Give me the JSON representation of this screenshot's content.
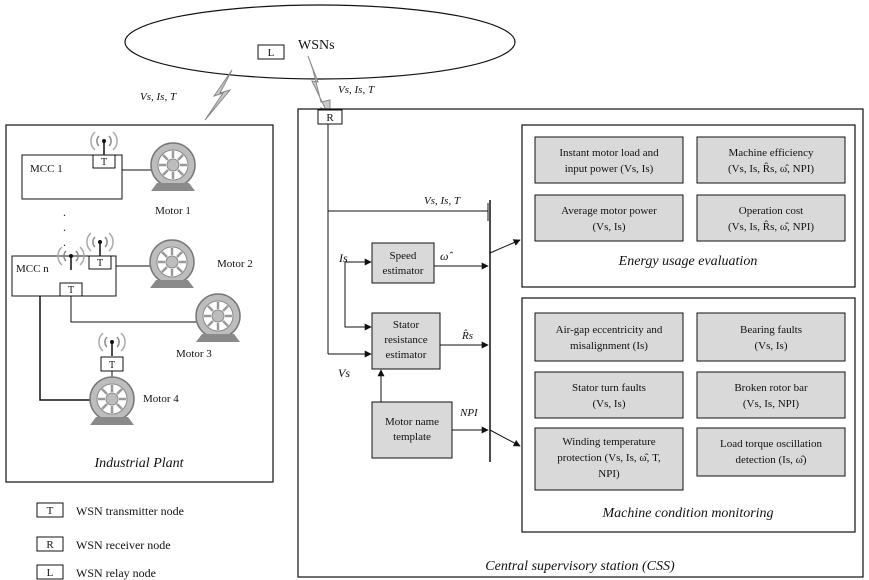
{
  "network": {
    "name": "WSNs",
    "relay_tag": "L",
    "receiver_tag": "R",
    "transmitter_tag": "T",
    "uplink_label": "Vs, Is, T",
    "downlink_label": "Vs, Is, T"
  },
  "plant": {
    "title": "Industrial Plant",
    "mcc1": "MCC 1",
    "mccn": "MCC n",
    "dots": ". . .",
    "motors": [
      "Motor 1",
      "Motor 2",
      "Motor 3",
      "Motor 4"
    ]
  },
  "legend": [
    {
      "tag": "T",
      "label": "WSN transmitter node"
    },
    {
      "tag": "R",
      "label": "WSN receiver node"
    },
    {
      "tag": "L",
      "label": "WSN relay node"
    }
  ],
  "css": {
    "title": "Central supervisory station (CSS)",
    "bus_label": "Vs, Is, T",
    "is_label": "Is",
    "vs_label": "Vs",
    "omega_label": "ω̂",
    "rs_label": "R̂s",
    "npi_label": "NPI",
    "speed_estimator": [
      "Speed",
      "estimator"
    ],
    "stator_estimator": [
      "Stator",
      "resistance",
      "estimator"
    ],
    "motor_template": [
      "Motor name",
      "template"
    ]
  },
  "energy": {
    "title": "Energy usage evaluation",
    "boxes": [
      [
        "Instant motor load and",
        "input power (Vs, Is)"
      ],
      [
        "Machine efficiency",
        "(Vs, Is, R̂s, ω̂, NPI)"
      ],
      [
        "Average motor power",
        "(Vs, Is)"
      ],
      [
        "Operation cost",
        "(Vs, Is, R̂s, ω̂, NPI)"
      ]
    ]
  },
  "monitoring": {
    "title": "Machine condition monitoring",
    "boxes": [
      [
        "Air-gap eccentricity and",
        "misalignment (Is)"
      ],
      [
        "Bearing faults",
        "(Vs, Is)"
      ],
      [
        "Stator turn faults",
        "(Vs, Is)"
      ],
      [
        "Broken rotor bar",
        "(Vs, Is, NPI)"
      ],
      [
        "Winding temperature",
        "protection (Vs, Is, ω̂, T,",
        "NPI)"
      ],
      [
        "Load torque oscillation",
        "detection (Is, ω̂)"
      ]
    ]
  }
}
